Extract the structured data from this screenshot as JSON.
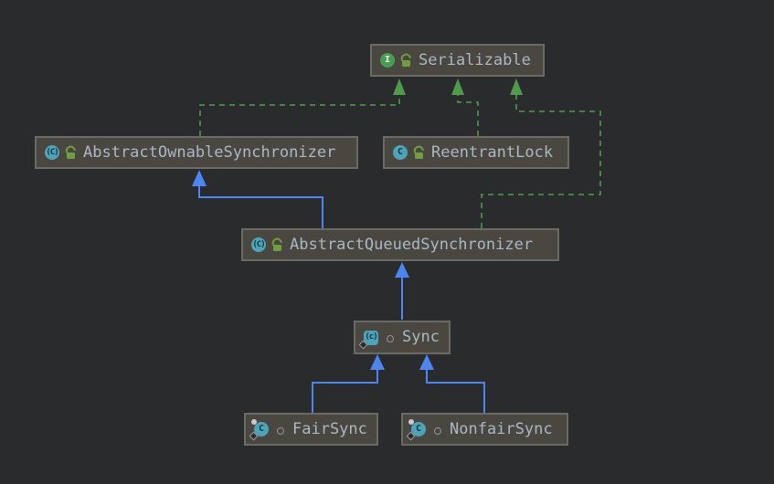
{
  "colors": {
    "canvas-bg": "#2a2b2d",
    "node-bg": "#4a4740",
    "node-border": "#6b6b66",
    "node-text": "#a9b7c6",
    "edge-extends": "#4d86f0",
    "edge-implements": "#4f9b4a",
    "icon-interface-bg": "#499c54",
    "icon-class-bg": "#4fa3b8",
    "icon-letter": "#123740",
    "icon-lock": "#6f9f3f",
    "icon-gray": "#9aa0a6"
  },
  "glyphs": {
    "interface": "I",
    "class": "C",
    "abstract_class": "(C)",
    "abstract_inner": "(c)"
  },
  "diagram": {
    "nodes": [
      {
        "id": "serializable",
        "label": "Serializable",
        "kind": "interface",
        "visibility": "public",
        "modifiers": []
      },
      {
        "id": "abstract-ownable-synchronizer",
        "label": "AbstractOwnableSynchronizer",
        "kind": "abstract-class",
        "visibility": "public",
        "modifiers": []
      },
      {
        "id": "reentrant-lock",
        "label": "ReentrantLock",
        "kind": "class",
        "visibility": "public",
        "modifiers": []
      },
      {
        "id": "abstract-queued-synchronizer",
        "label": "AbstractQueuedSynchronizer",
        "kind": "abstract-class",
        "visibility": "public",
        "modifiers": []
      },
      {
        "id": "sync",
        "label": "Sync",
        "kind": "abstract-class",
        "visibility": "package-private",
        "modifiers": [
          "static"
        ]
      },
      {
        "id": "fair-sync",
        "label": "FairSync",
        "kind": "class",
        "visibility": "package-private",
        "modifiers": [
          "static",
          "final"
        ]
      },
      {
        "id": "nonfair-sync",
        "label": "NonfairSync",
        "kind": "class",
        "visibility": "package-private",
        "modifiers": [
          "static",
          "final"
        ]
      }
    ],
    "relationships": [
      {
        "from": "AbstractOwnableSynchronizer",
        "to": "Serializable",
        "type": "implements"
      },
      {
        "from": "ReentrantLock",
        "to": "Serializable",
        "type": "implements"
      },
      {
        "from": "AbstractQueuedSynchronizer",
        "to": "Serializable",
        "type": "implements"
      },
      {
        "from": "AbstractQueuedSynchronizer",
        "to": "AbstractOwnableSynchronizer",
        "type": "extends"
      },
      {
        "from": "Sync",
        "to": "AbstractQueuedSynchronizer",
        "type": "extends"
      },
      {
        "from": "FairSync",
        "to": "Sync",
        "type": "extends"
      },
      {
        "from": "NonfairSync",
        "to": "Sync",
        "type": "extends"
      }
    ]
  }
}
